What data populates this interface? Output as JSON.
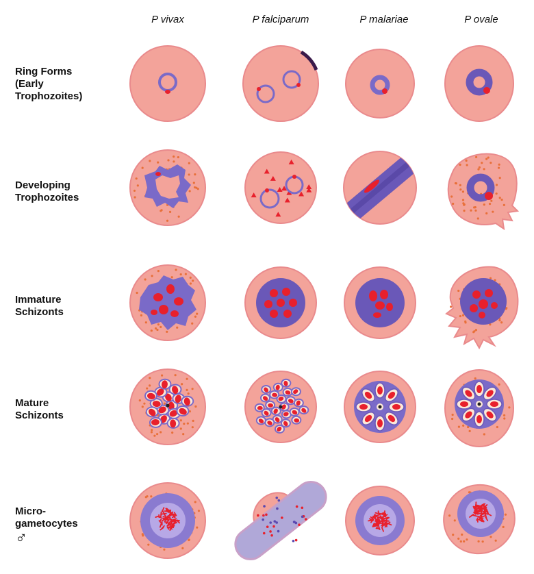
{
  "columns": [
    "P vivax",
    "P falciparum",
    "P malariae",
    "P ovale"
  ],
  "rows": [
    {
      "label_lines": [
        "Ring Forms",
        "(Early",
        "Trophozoites)"
      ]
    },
    {
      "label_lines": [
        "Developing",
        "Trophozoites"
      ]
    },
    {
      "label_lines": [
        "Immature",
        "Schizonts"
      ]
    },
    {
      "label_lines": [
        "Mature",
        "Schizonts"
      ]
    },
    {
      "label_lines": [
        "Micro-",
        "gametocytes"
      ],
      "symbol": "♂"
    }
  ],
  "colors": {
    "cell_fill": "#f3a39a",
    "cell_edge": "#e98a8c",
    "parasite": "#7a6ac8",
    "parasite_dark": "#6a58b8",
    "chromatin": "#e8202c",
    "stippling": "#e8703a"
  }
}
